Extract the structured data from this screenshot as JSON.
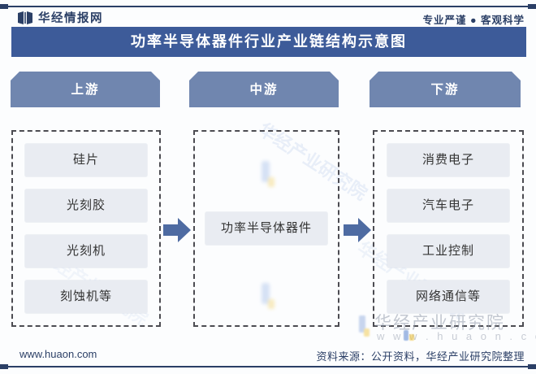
{
  "header": {
    "brand": "华经情报网",
    "slogan": "专业严谨 ● 客观科学"
  },
  "title": "功率半导体器件行业产业链结构示意图",
  "columns": [
    {
      "header": "上游",
      "items": [
        "硅片",
        "光刻胶",
        "光刻机",
        "刻蚀机等"
      ]
    },
    {
      "header": "中游",
      "items": [
        "功率半导体器件"
      ]
    },
    {
      "header": "下游",
      "items": [
        "消费电子",
        "汽车电子",
        "工业控制",
        "网络通信等"
      ]
    }
  ],
  "footer": {
    "site": "www.huaon.com",
    "source": "资料来源：公开资料，华经产业研究院整理"
  },
  "watermark": {
    "name": "华经产业研究院",
    "site": "w w w . h u a o n . c o m"
  },
  "colors": {
    "navy_text": "#2b3f66",
    "title_bar": "#3d5b99",
    "column_header": "#7086af",
    "arrow": "#4e6ba2",
    "item_box": "#e9ecf2",
    "dashed_border": "#4c4c52",
    "logo_yellow": "#f0c233"
  }
}
